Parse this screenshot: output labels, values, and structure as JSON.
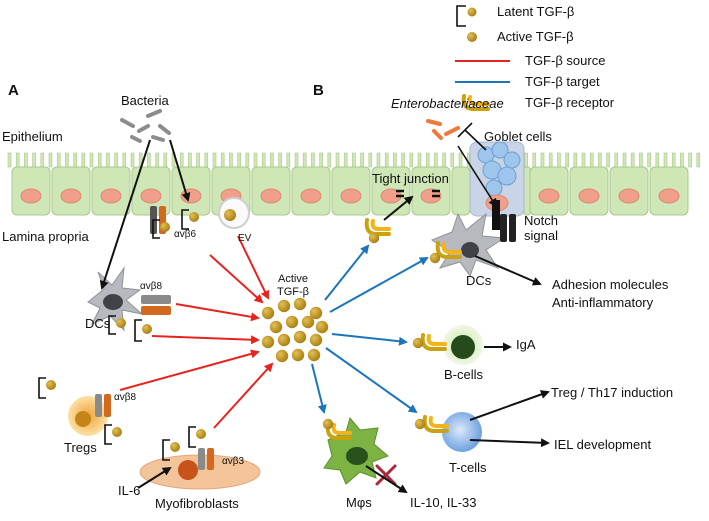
{
  "legend": {
    "latent": "Latent TGF-β",
    "active": "Active TGF-β",
    "source": "TGF-β source",
    "target": "TGF-β target",
    "receptor": "TGF-β receptor"
  },
  "colors": {
    "source_arrow": "#e8231f",
    "target_arrow": "#1b75bb",
    "black_arrow": "#111111",
    "tgf_ball": "#b58a17",
    "epithelial_cell": "#cfe6b6",
    "epithelial_nucleus": "#f0a08a",
    "receptor": "#f2b31d",
    "integrin_gray": "#8a8a8a",
    "integrin_orange": "#d2691e",
    "macrophage": "#7cb342",
    "fibroblast": "#f3c39a"
  },
  "panel_a": {
    "letter": "A",
    "bacteria": "Bacteria",
    "epithelium": "Epithelium",
    "lamina_propria": "Lamina propria",
    "avb6": "αvβ6",
    "ev": "EV",
    "avb8_dc": "αvβ8",
    "dcs": "DCs",
    "avb8_treg": "αvβ8",
    "tregs": "Tregs",
    "avb3": "αvβ3",
    "il6": "IL-6",
    "myofibroblasts": "Myofibroblasts"
  },
  "center": {
    "line1": "Active",
    "line2": "TGF-β"
  },
  "panel_b": {
    "letter": "B",
    "enterobacteriaceae": "Enterobacteriaceae",
    "goblet": "Goblet cells",
    "tight_junction": "Tight junction",
    "notch1": "Notch",
    "notch2": "signal",
    "dcs": "DCs",
    "adhesion": "Adhesion molecules",
    "antiinflam": "Anti-inflammatory",
    "iga": "IgA",
    "bcells": "B-cells",
    "treg_th17": "Treg / Th17 induction",
    "iel": "IEL development",
    "tcells": "T-cells",
    "mphi": "Mφs",
    "il10": "IL-10, IL-33"
  }
}
